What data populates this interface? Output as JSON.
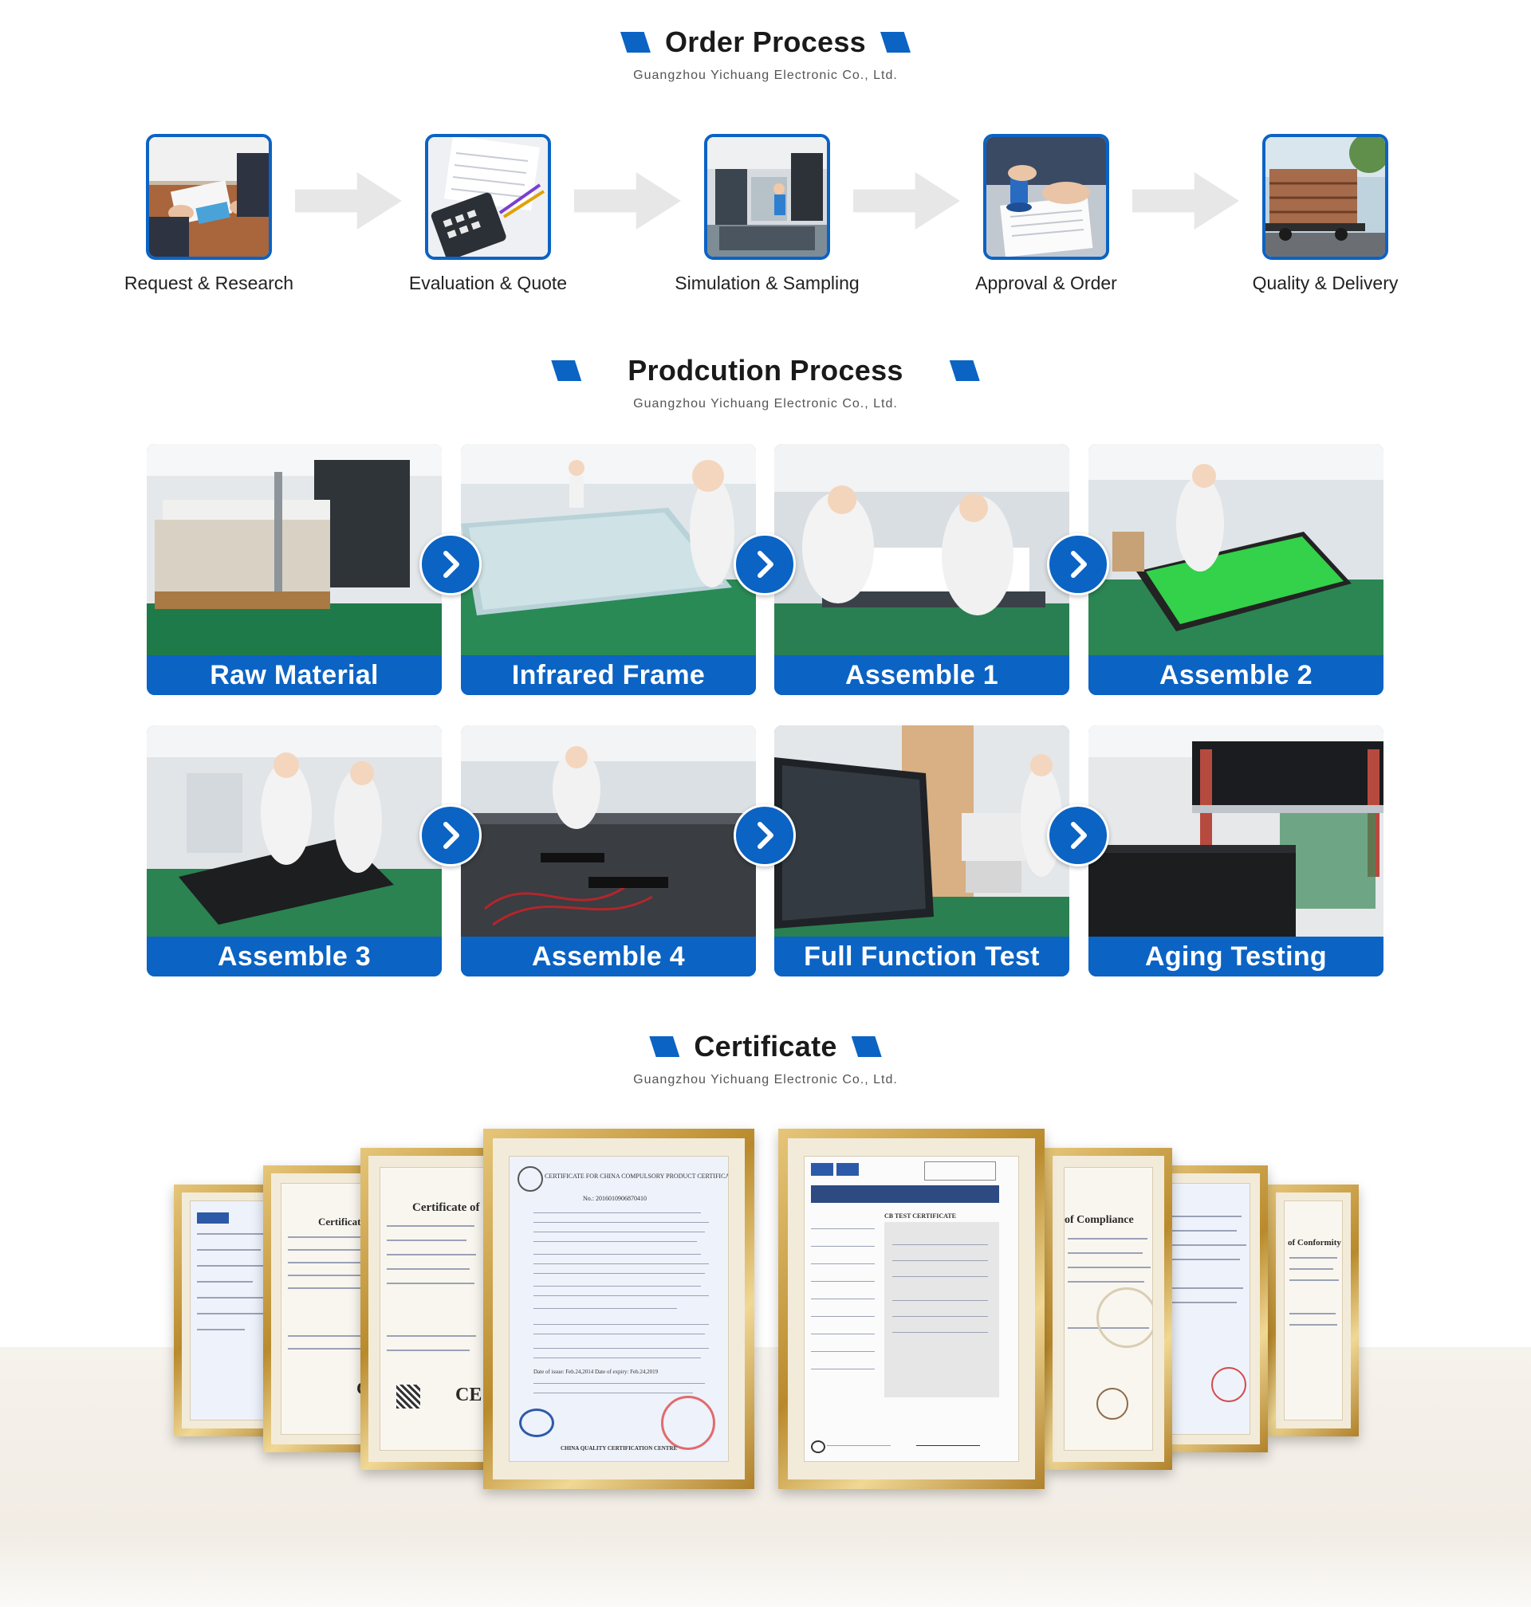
{
  "order": {
    "title": "Order Process",
    "subtitle": "Guangzhou Yichuang Electronic Co., Ltd.",
    "steps": [
      {
        "label": "Request & Research"
      },
      {
        "label": "Evaluation & Quote"
      },
      {
        "label": "Simulation & Sampling"
      },
      {
        "label": "Approval & Order"
      },
      {
        "label": "Quality & Delivery"
      }
    ]
  },
  "production": {
    "title": "Prodcution Process",
    "subtitle": "Guangzhou Yichuang Electronic Co., Ltd.",
    "steps": [
      {
        "label": "Raw Material"
      },
      {
        "label": "Infrared Frame"
      },
      {
        "label": "Assemble 1"
      },
      {
        "label": "Assemble 2"
      },
      {
        "label": "Assemble 3"
      },
      {
        "label": "Assemble 4"
      },
      {
        "label": "Full Function Test"
      },
      {
        "label": "Aging Testing"
      }
    ]
  },
  "certificate": {
    "title": "Certificate",
    "subtitle": "Guangzhou Yichuang Electronic Co., Ltd.",
    "docs": {
      "ccc_header": "CERTIFICATE FOR CHINA COMPULSORY PRODUCT CERTIFICATION",
      "ccc_number": "No.: 2016010906870410",
      "ccc_issue": "Date of issue: Feb.24,2014    Date of expiry: Feb.24,2019",
      "ccc_centre": "CHINA QUALITY CERTIFICATION CENTRE",
      "cb_header": "CB TEST CERTIFICATE",
      "cert_of": "Certificate of",
      "of_compliance": "of Compliance",
      "of_conformity": "of Conformity",
      "ce_mark": "CE"
    }
  },
  "colors": {
    "brand_blue": "#0b63c4",
    "arrow_gray": "#e7e7e7",
    "frame_gold": "#c9a04a"
  }
}
